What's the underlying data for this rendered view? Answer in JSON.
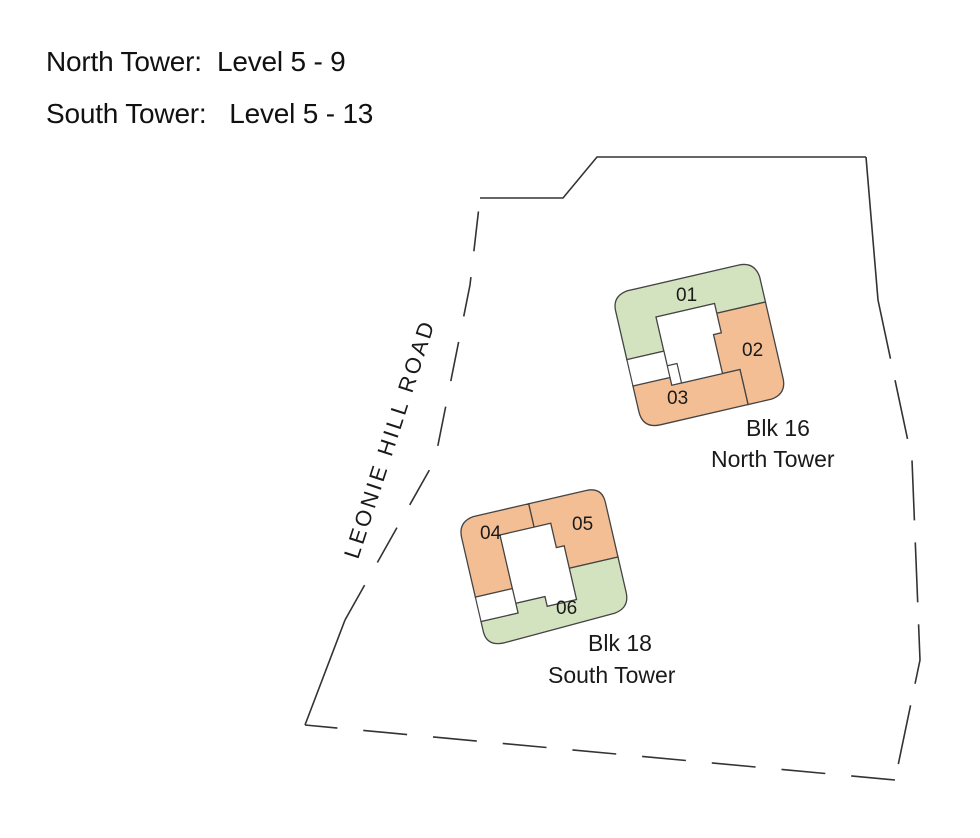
{
  "header": {
    "north_label": "North Tower:",
    "north_levels": "Level 5 - 9",
    "south_label": "South Tower:",
    "south_levels": "Level 5 - 13"
  },
  "road": {
    "name": "LEONIE HILL ROAD"
  },
  "towers": {
    "north": {
      "block": "Blk 16",
      "name": "North Tower",
      "units": [
        {
          "label": "01",
          "color": "green"
        },
        {
          "label": "02",
          "color": "orange"
        },
        {
          "label": "03",
          "color": "orange"
        }
      ]
    },
    "south": {
      "block": "Blk 18",
      "name": "South Tower",
      "units": [
        {
          "label": "04",
          "color": "orange"
        },
        {
          "label": "05",
          "color": "orange"
        },
        {
          "label": "06",
          "color": "green"
        }
      ]
    }
  },
  "colors": {
    "green_unit": "#d4e3bf",
    "orange_unit": "#f3be94",
    "outline": "#333333"
  }
}
